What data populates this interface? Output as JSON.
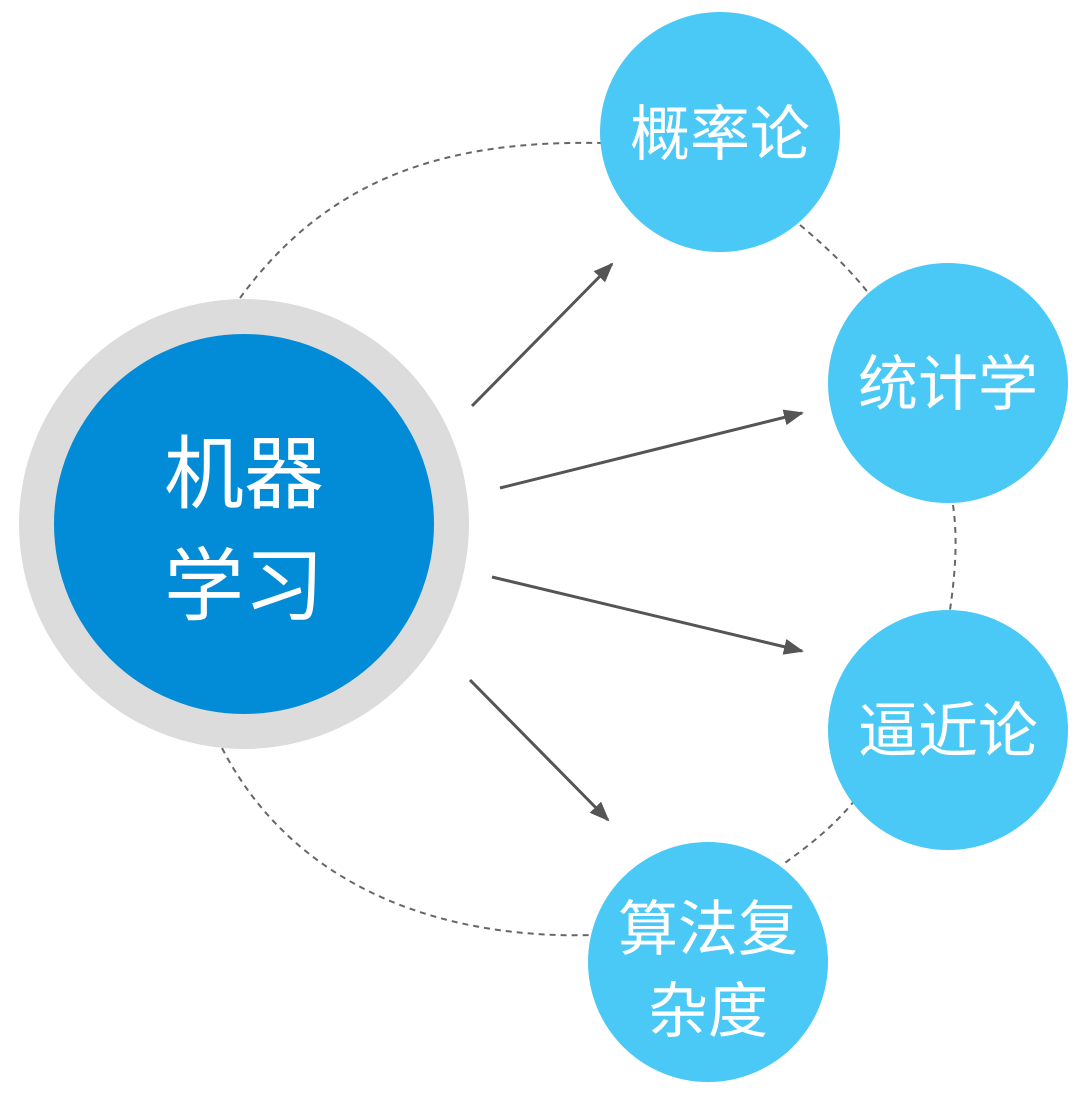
{
  "center": {
    "line1": "机器",
    "line2": "学习"
  },
  "nodes": {
    "probability": "概率论",
    "statistics": "统计学",
    "approximation": "逼近论",
    "complexity_line1": "算法复",
    "complexity_line2": "杂度"
  },
  "colors": {
    "center_fill": "#028bd6",
    "center_ring": "#dcdcdc",
    "node_fill": "#4bc9f6",
    "arrow": "#555555",
    "dashed_orbit": "#666666"
  }
}
